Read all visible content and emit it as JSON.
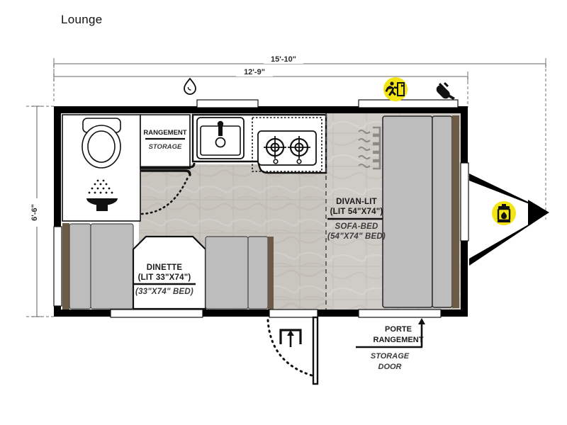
{
  "page": {
    "title": "Lounge",
    "background_color": "#ffffff"
  },
  "dimensions": {
    "overall_length": "15'-10\"",
    "body_length": "12'-9\"",
    "width": "6'-6\""
  },
  "rooms": [
    {
      "id": "storage-cabinet",
      "label_fr": "RANGEMENT",
      "label_en": "STORAGE"
    },
    {
      "id": "sofa-bed",
      "label_fr": "DIVAN-LIT",
      "label_fr_size": "(LIT 54\"X74\")",
      "label_en": "SOFA-BED",
      "label_en_size": "(54\"X74\" BED)"
    },
    {
      "id": "dinette",
      "label_fr": "DINETTE",
      "label_fr_size": "(LIT 33\"X74\")",
      "label_en_size": "(33\"X74\" BED)"
    },
    {
      "id": "storage-door",
      "label_fr_line1": "PORTE",
      "label_fr_line2": "RANGEMENT",
      "label_en_line1": "STORAGE",
      "label_en_line2": "DOOR"
    }
  ],
  "icons": [
    {
      "id": "water-drop-icon",
      "name": "water-fill-icon",
      "badge": false
    },
    {
      "id": "emergency-exit-icon",
      "name": "emergency-exit-icon",
      "badge": true,
      "badge_color": "#f3e515"
    },
    {
      "id": "power-plug-icon",
      "name": "power-plug-icon",
      "badge": false
    },
    {
      "id": "propane-tank-icon",
      "name": "propane-tank-icon",
      "badge": true,
      "badge_color": "#f3e515"
    },
    {
      "id": "entry-door-icon",
      "name": "entry-door-arrow-icon",
      "badge": false
    },
    {
      "id": "toilet-icon",
      "name": "toilet-icon",
      "badge": false
    },
    {
      "id": "shower-head-icon",
      "name": "shower-head-icon",
      "badge": false
    },
    {
      "id": "sink-icon",
      "name": "kitchen-sink-icon",
      "badge": false
    },
    {
      "id": "cooktop-icon",
      "name": "gas-cooktop-icon",
      "badge": false
    },
    {
      "id": "furnace-icon",
      "name": "furnace-heater-icon",
      "badge": false
    }
  ],
  "colors": {
    "wall": "#000000",
    "floor_tile_light": "#d6d2cc",
    "floor_tile_mid": "#c6c1bb",
    "floor_tile_dark": "#b4aea7",
    "cushion_gray": "#bdbdbd",
    "cushion_gray_dark": "#b0b0b0",
    "wood_trim": "#6b5a45",
    "accent_yellow": "#f3e515",
    "line": "#111111",
    "dim_line": "#9a9a9a",
    "sofa_floor": "#c9c6c1"
  }
}
